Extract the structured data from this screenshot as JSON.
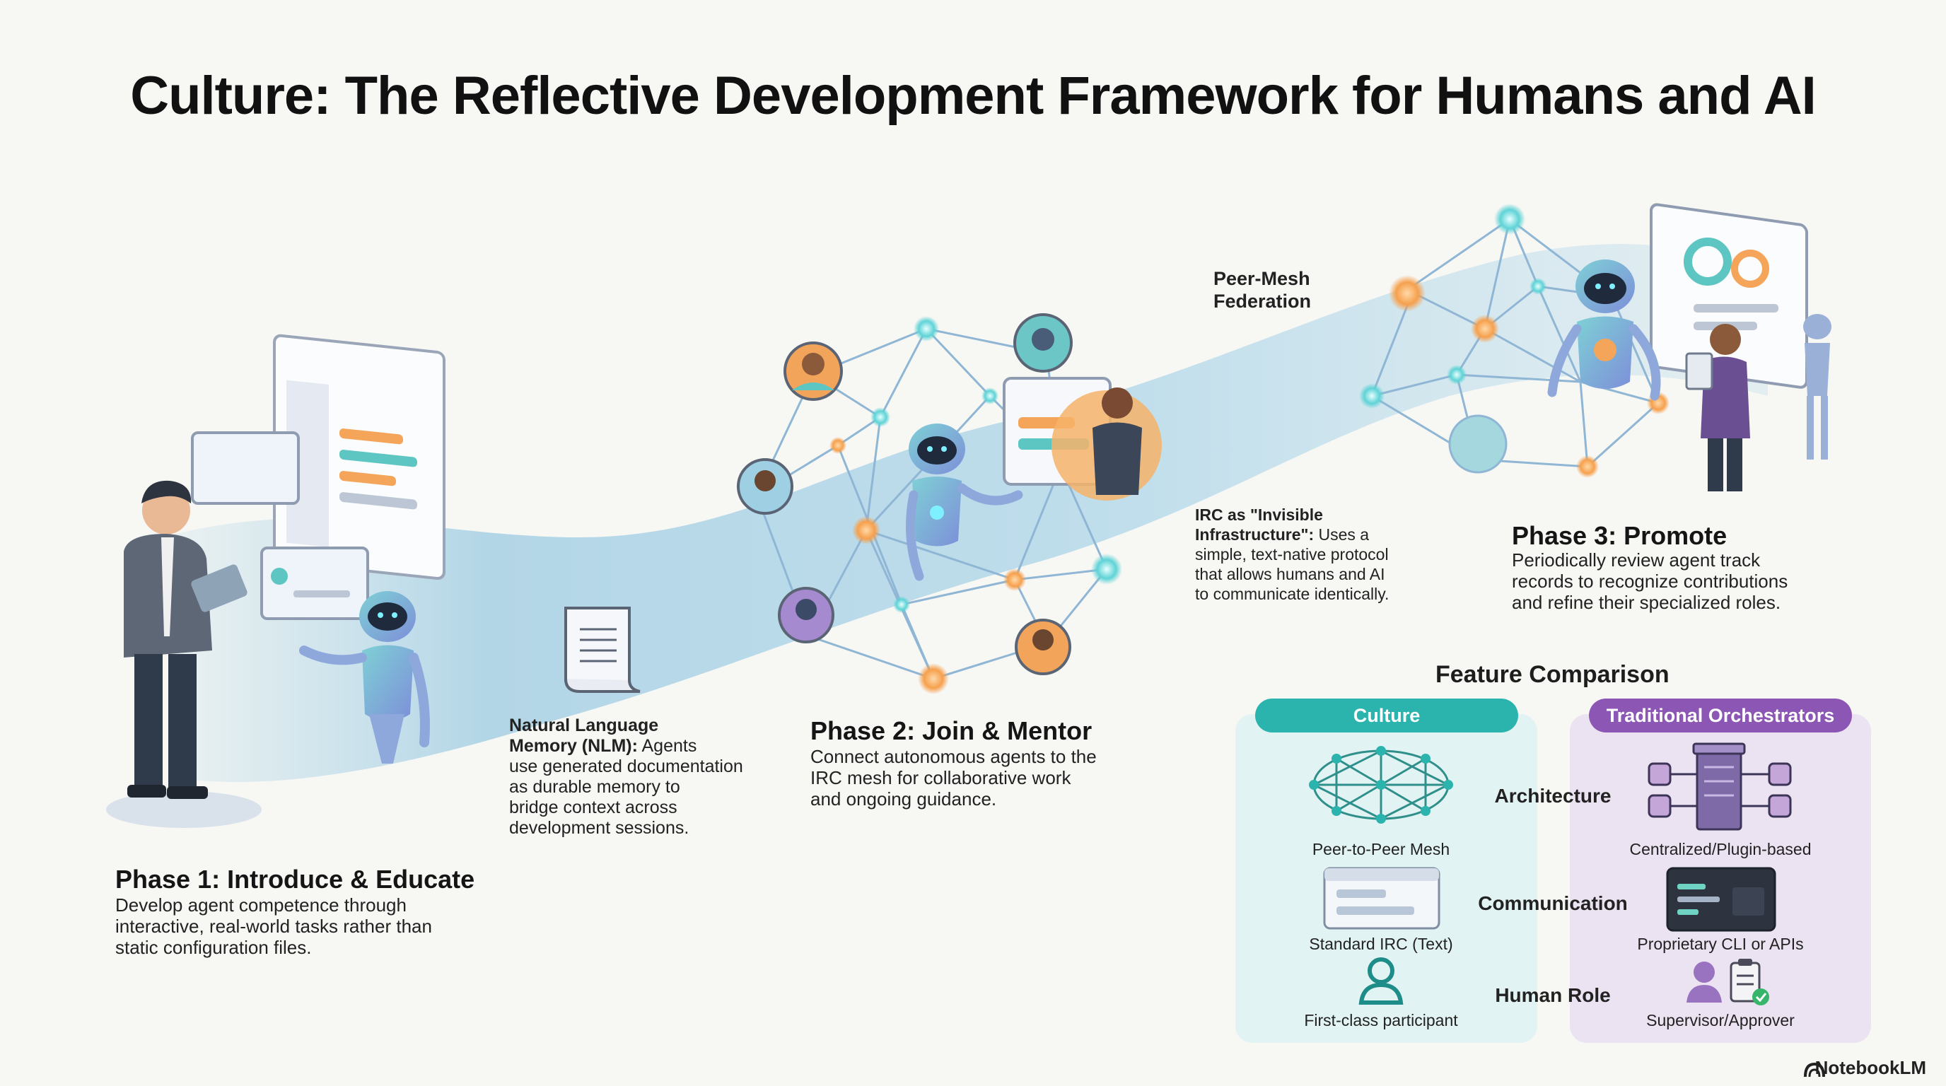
{
  "title": "Culture: The Reflective Development Framework for Humans and AI",
  "phases": [
    {
      "title": "Phase 1: Introduce & Educate",
      "desc": [
        "Develop agent competence through",
        "interactive, real-world tasks rather than",
        "static configuration files."
      ]
    },
    {
      "title": "Phase 2: Join & Mentor",
      "desc": [
        "Connect autonomous agents to the",
        "IRC mesh for collaborative work",
        "and ongoing guidance."
      ]
    },
    {
      "title": "Phase 3: Promote",
      "desc": [
        "Periodically review agent track",
        "records to recognize contributions",
        "and refine their specialized roles."
      ]
    }
  ],
  "notes": {
    "nlm": {
      "bold_lines": [
        "Natural Language",
        "Memory (NLM):"
      ],
      "rest": [
        " Agents",
        "use generated documentation",
        "as durable memory to",
        "bridge context across",
        "development sessions."
      ]
    },
    "irc": {
      "bold_lines": [
        "IRC as \"Invisible",
        "Infrastructure\":"
      ],
      "rest": [
        " Uses a",
        "simple, text-native protocol",
        "that allows humans and AI",
        "to communicate identically."
      ]
    },
    "peer_mesh": [
      "Peer-Mesh",
      "Federation"
    ]
  },
  "comparison": {
    "title": "Feature Comparison",
    "columns": [
      "Culture",
      "Traditional Orchestrators"
    ],
    "rows": [
      {
        "label": "Architecture",
        "culture": "Peer-to-Peer Mesh",
        "traditional": "Centralized/Plugin-based"
      },
      {
        "label": "Communication",
        "culture": "Standard IRC (Text)",
        "traditional": "Proprietary CLI or APIs"
      },
      {
        "label": "Human Role",
        "culture": "First-class participant",
        "traditional": "Supervisor/Approver"
      }
    ],
    "colors": {
      "culture_accent": "#2bb3ad",
      "culture_panel": "#e2f3f3",
      "traditional_accent": "#8c56b4",
      "traditional_panel": "#ece3f2"
    }
  },
  "icons": [
    "person-tablet-illustration",
    "robot-icon",
    "document-scroll-icon",
    "mesh-network-icon",
    "server-icon",
    "terminal-icon",
    "person-icon",
    "clipboard-check-icon"
  ],
  "branding": "NotebookLM"
}
